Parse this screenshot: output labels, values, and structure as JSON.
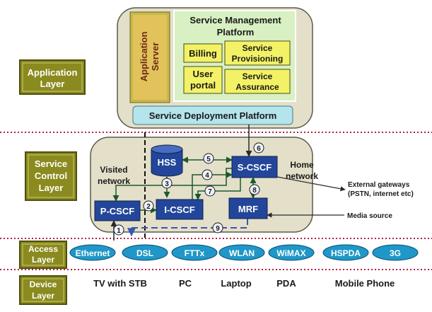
{
  "layers": {
    "application": [
      "Application",
      "Layer"
    ],
    "service_control": [
      "Service",
      "Control",
      "Layer"
    ],
    "access": [
      "Access",
      "Layer"
    ],
    "device": [
      "Device",
      "Layer"
    ]
  },
  "app_block": {
    "application_server": [
      "Application",
      "Server"
    ],
    "smp_title": [
      "Service Management",
      "Platform"
    ],
    "billing": "Billing",
    "service_provisioning": [
      "Service",
      "Provisioning"
    ],
    "user_portal": [
      "User",
      "portal"
    ],
    "service_assurance": [
      "Service",
      "Assurance"
    ],
    "sdp": "Service Deployment Platform"
  },
  "control_block": {
    "visited_network": [
      "Visited",
      "network"
    ],
    "home_network": [
      "Home",
      "network"
    ],
    "hss": "HSS",
    "s_cscf": "S-CSCF",
    "p_cscf": "P-CSCF",
    "i_cscf": "I-CSCF",
    "mrf": "MRF",
    "external_gateways": [
      "External gateways",
      "(PSTN, internet etc)"
    ],
    "media_source": "Media source",
    "steps": [
      "1",
      "2",
      "3",
      "4",
      "5",
      "6",
      "7",
      "8",
      "9"
    ]
  },
  "access": [
    "Ethernet",
    "DSL",
    "FTTx",
    "WLAN",
    "WiMAX",
    "HSPDA",
    "3G"
  ],
  "devices": [
    "TV with STB",
    "PC",
    "Laptop",
    "PDA",
    "Mobile Phone"
  ],
  "colors": {
    "layer_box": "#8a8a1e",
    "panel": "#e4dfc9",
    "smp_panel": "#d8f0c2",
    "yellow_box": "#f3f266",
    "blue_box": "#23469a",
    "sdp_box": "#b4e4ec",
    "access_ellipse": "#1f97c9",
    "separator": "#b02041"
  }
}
